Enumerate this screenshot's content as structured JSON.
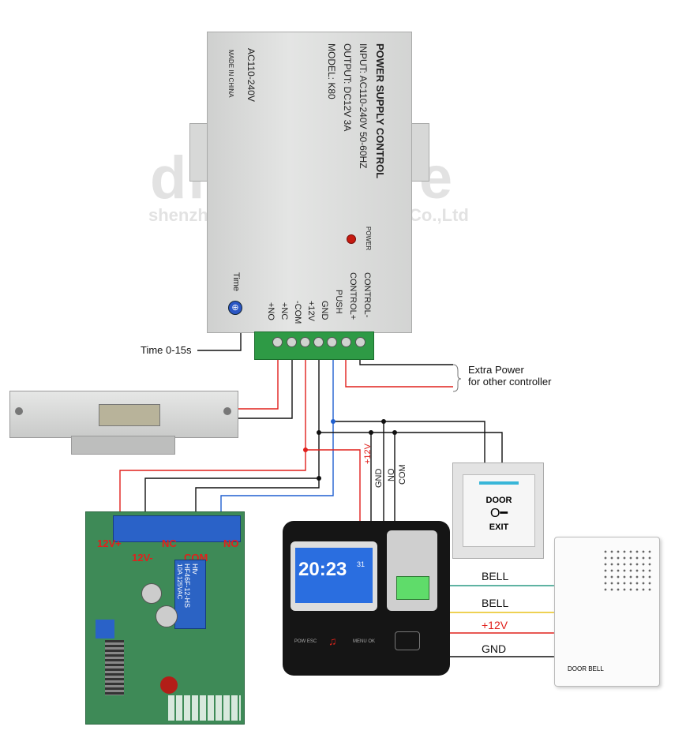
{
  "watermark": {
    "main": "diy - store",
    "sub": "shenzhen diy-store technology Co.,Ltd"
  },
  "power_supply": {
    "title": "POWER SUPPLY CONTROL",
    "input": "INPUT: AC110-240V  50-60HZ",
    "output": "OUTPUT: DC12V  3A",
    "model": "MODEL: K80",
    "ac": "AC110-240V",
    "made_in": "MADE IN CHINA",
    "power_label": "POWER",
    "time_label": "Time",
    "terminals": [
      "CONTROL-",
      "CONTROL+",
      "PUSH",
      "GND",
      "+12V",
      "-COM",
      "+NC",
      "+NO"
    ]
  },
  "labels": {
    "time_range": "Time 0-15s",
    "extra_power_1": "Extra Power",
    "extra_power_2": "for other controller",
    "wire_plus12v": "+12V",
    "wire_gnd": "GND",
    "wire_no": "NO",
    "wire_com": "COM",
    "bell_1": "BELL",
    "bell_2": "BELL",
    "bell_plus12v": "+12V",
    "bell_gnd": "GND"
  },
  "exit_button": {
    "line1": "DOOR",
    "line2": "EXIT"
  },
  "door_bell": {
    "label": "DOOR BELL"
  },
  "receiver": {
    "top_labels": [
      "12V+",
      "NC",
      "NO"
    ],
    "bottom_labels": [
      "12V-",
      "COM"
    ],
    "relay_text": "HF46F-12-HS",
    "relay_sub": "10A 125VAC",
    "brand": "Hfv"
  },
  "fingerprint": {
    "time": "20:23",
    "seconds": "31",
    "pow": "POW ESC",
    "menu": "MENU OK"
  },
  "colors": {
    "red": "#e0201c",
    "blue": "#1f5fd0",
    "black": "#111111",
    "yellow": "#e8c21a",
    "green_teal": "#2a9a84"
  }
}
